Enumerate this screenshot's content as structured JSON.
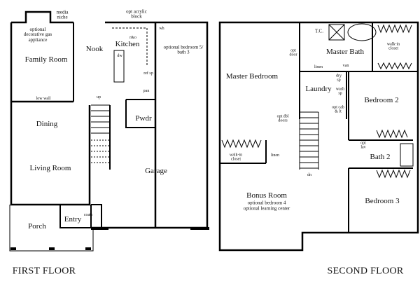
{
  "first_floor": {
    "title": "FIRST FLOOR",
    "rooms": {
      "family_room": "Family Room",
      "nook": "Nook",
      "kitchen": "Kitchen",
      "optional_bedroom": "optional bedroom 5/ bath 3",
      "dining": "Dining",
      "living_room": "Living Room",
      "garage": "Garage",
      "porch": "Porch",
      "entry": "Entry",
      "powder": "Pwdr"
    },
    "notes": {
      "media_niche": "media niche",
      "fireplace": "optional decorative gas appliance",
      "acrylic_block": "opt acrylic block",
      "range_oven": "r&o",
      "dishwasher": "dw",
      "refrigerator": "ref sp",
      "pantry": "pan",
      "water_heater": "wh",
      "low_wall": "low wall",
      "stairs_up": "up",
      "coats": "coats"
    }
  },
  "second_floor": {
    "title": "SECOND FLOOR",
    "rooms": {
      "master_bedroom": "Master Bedroom",
      "master_bath": "Master Bath",
      "laundry": "Laundry",
      "bedroom_2": "Bedroom 2",
      "bath_2": "Bath 2",
      "bedroom_3": "Bedroom 3",
      "bonus_room": "Bonus Room",
      "bonus_opt1": "optional bedroom 4",
      "bonus_opt2": "optional learning center"
    },
    "notes": {
      "toilet": "T.C.",
      "opt_door": "opt door",
      "walk_in_closet_master": "walk-in closet",
      "linen_master": "linen",
      "vanity": "van",
      "dryer": "dry sp",
      "washer": "wash sp",
      "opt_cabinet": "opt cab & lt",
      "opt_dbl_doors": "opt dbl doors",
      "walk_in_closet_bonus": "walk-in closet",
      "linen_hall": "linen",
      "opt_lav": "opt lav",
      "stairs_down": "dn"
    }
  }
}
